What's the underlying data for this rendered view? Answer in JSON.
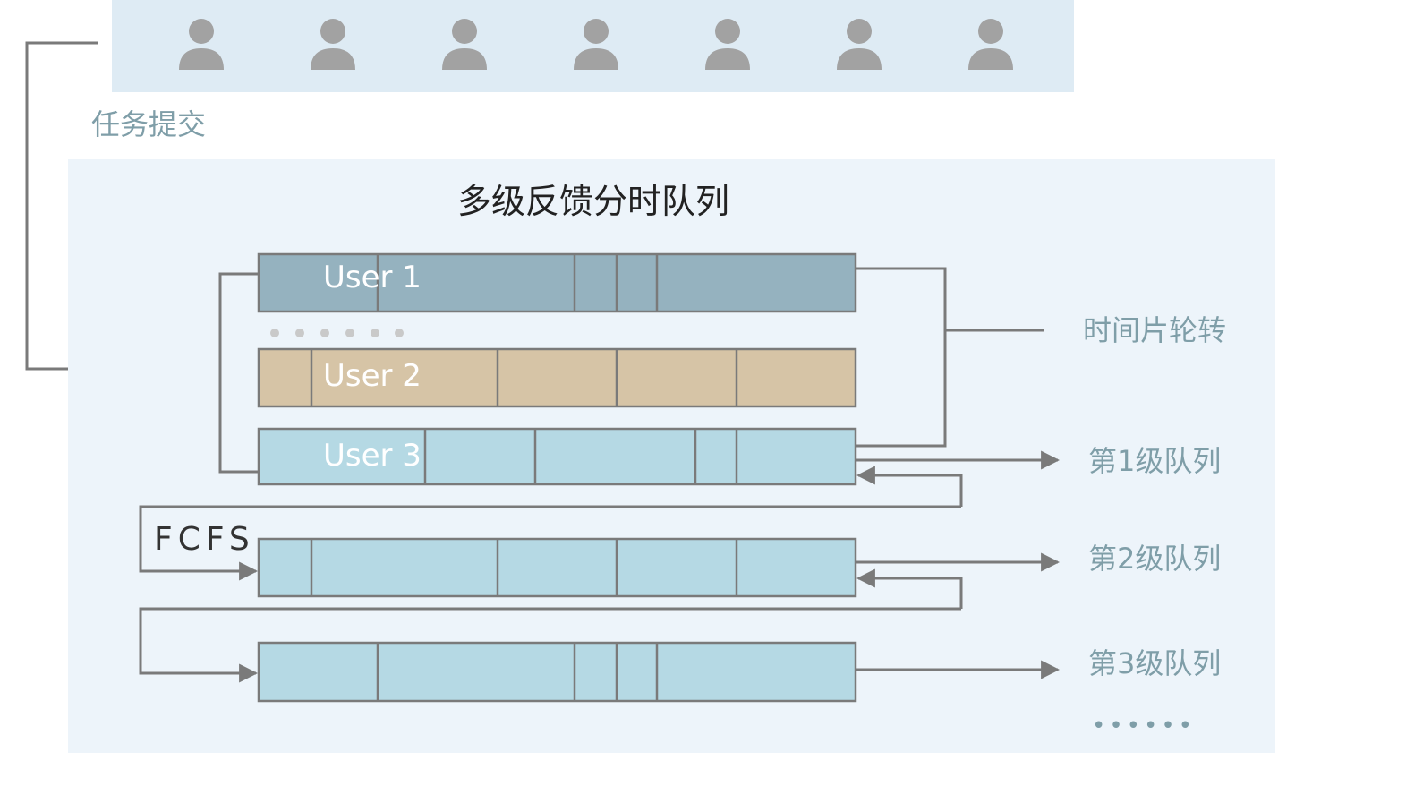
{
  "diagram": {
    "title": "多级反馈分时队列",
    "submit_label": "任务提交",
    "time_slice_label": "时间片轮转",
    "fcfs_label": "FCFS",
    "user_count": 7,
    "queues": [
      {
        "id": "user1",
        "user_label": "User 1",
        "color": "#95b2bf"
      },
      {
        "id": "user2",
        "user_label": "User 2",
        "color": "#d6c4a6"
      },
      {
        "id": "user3",
        "user_label": "User 3",
        "color": "#b5d9e4"
      },
      {
        "id": "level2",
        "user_label": "",
        "color": "#b5d9e4"
      },
      {
        "id": "level3",
        "user_label": "",
        "color": "#b5d9e4"
      }
    ],
    "level_labels": [
      "第1级队列",
      "第2级队列",
      "第3级队列"
    ],
    "ellipsis": "••••••",
    "colors": {
      "user_panel": "#deebf4",
      "main_panel": "#edf4fa",
      "user_icon": "#a2a2a2",
      "line": "#7a7a7a",
      "side_text": "#7f9ea8"
    }
  }
}
